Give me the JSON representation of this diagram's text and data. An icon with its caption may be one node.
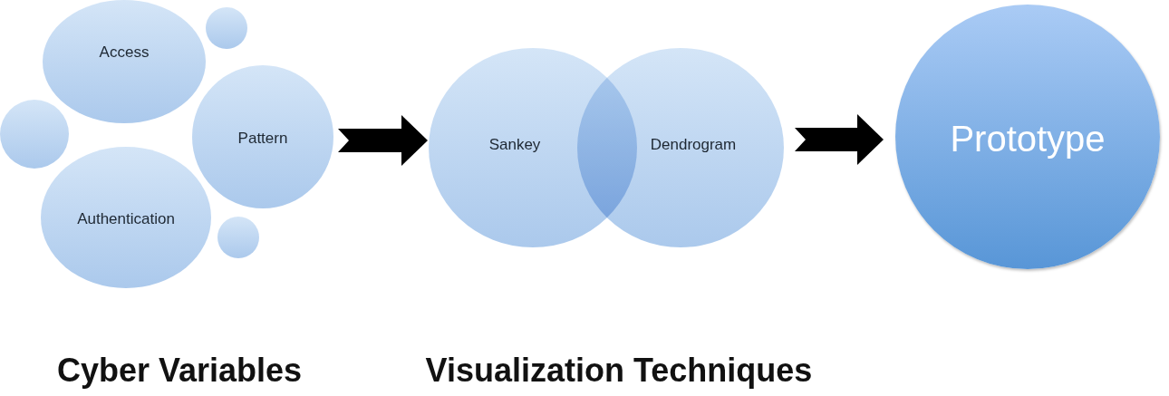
{
  "diagram": {
    "nodes": [
      {
        "text": [
          "Access"
        ]
      },
      {
        "text": [],
        "shape": "circle"
      },
      {
        "text": [],
        "shape": "circle"
      },
      {
        "text": [
          "Pattern"
        ]
      },
      {
        "text": [
          "Authentication"
        ]
      },
      {
        "text": [],
        "shape": "circle"
      },
      {
        "text": [
          "Sankey"
        ]
      },
      {
        "text": [
          "Dendrogram"
        ]
      },
      {
        "text": [
          "Prototype"
        ]
      }
    ],
    "edges": [
      {
        "from": 3,
        "to": 6,
        "arrow": "to"
      },
      {
        "from": 7,
        "to": 8,
        "arrow": "to"
      }
    ],
    "labels": [
      "Cyber Variables",
      "Visualization Techniques"
    ]
  }
}
